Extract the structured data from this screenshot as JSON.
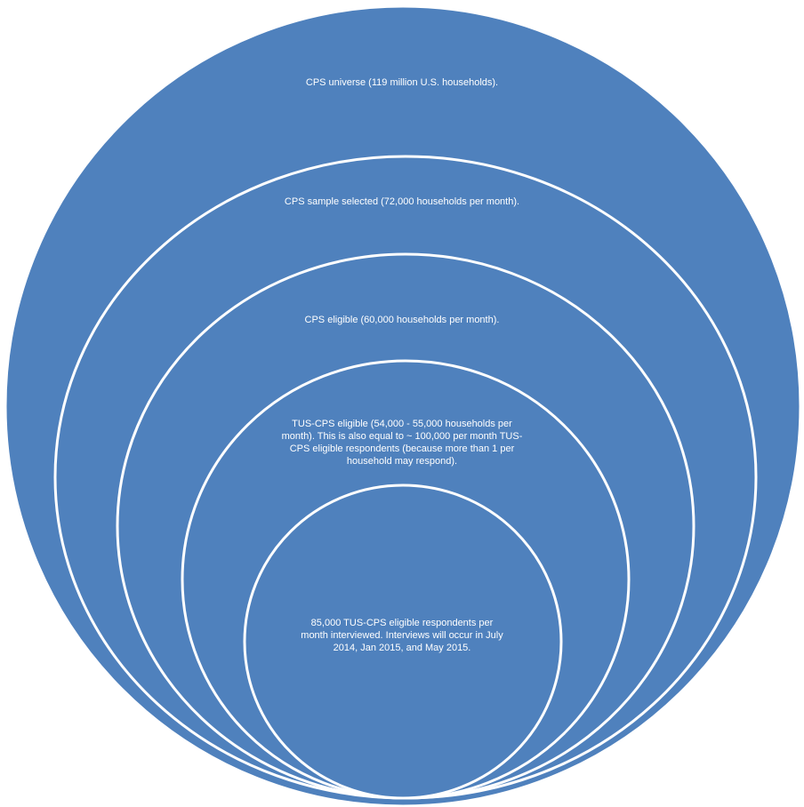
{
  "colors": {
    "fill": "#4F81BD",
    "stroke": "#FFFFFF",
    "text": "#FFFFFF"
  },
  "rings": [
    {
      "label": "CPS universe (119 million U.S. households)."
    },
    {
      "label": "CPS sample selected (72,000 households per month)."
    },
    {
      "label": "CPS eligible (60,000 households per month)."
    },
    {
      "label": "TUS-CPS eligible (54,000 - 55,000 households per month). This is also equal to ~ 100,000 per month TUS-CPS eligible respondents (because more than 1 per household may respond)."
    },
    {
      "label": "85,000 TUS-CPS eligible respondents per month interviewed. Interviews will occur in July 2014, Jan 2015, and May 2015."
    }
  ]
}
